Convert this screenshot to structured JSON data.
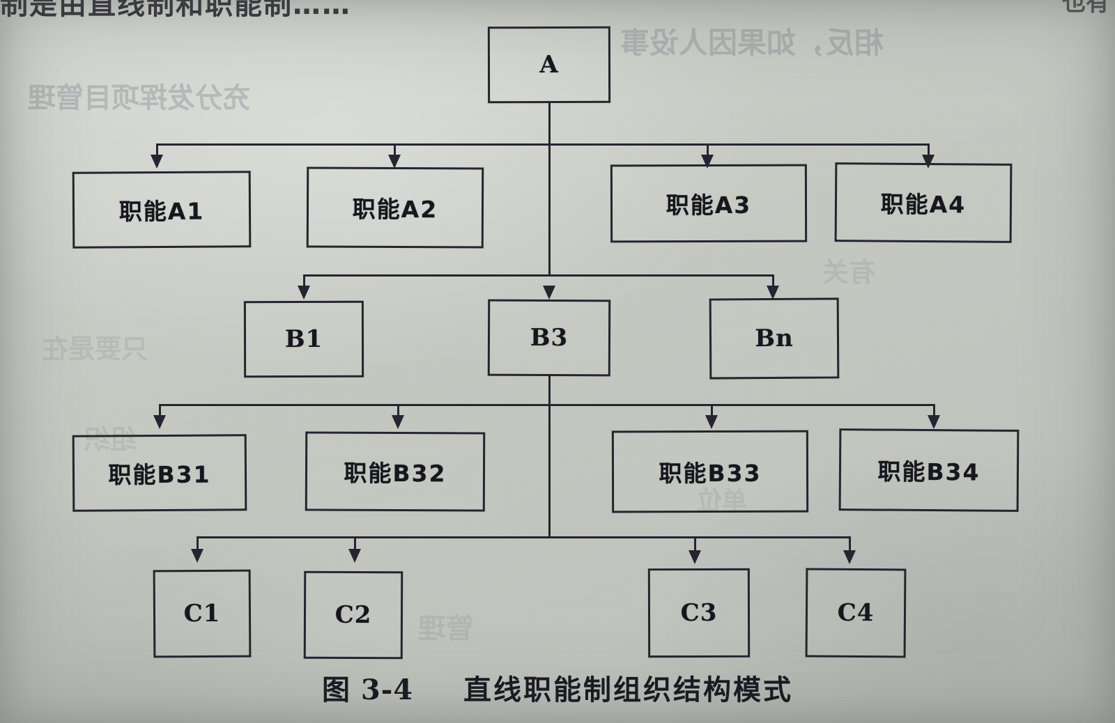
{
  "figure": {
    "number": "图 3-4",
    "title": "直线职能制组织结构模式",
    "caption": "图 3-4　直线职能制组织结构模式"
  },
  "page_bleed": {
    "top_line_text": "制是由直线制和职能制……",
    "top_line_right": "也有",
    "ghost_lines": [
      "相反，如果因人设事",
      "充分发挥项目管理",
      "只要是在",
      "有关",
      "管理",
      "组织",
      "单位"
    ]
  },
  "colors": {
    "paper": "#c6c9c3",
    "ink": "#262430",
    "text": "#17161d",
    "ghost": "#6d7280"
  },
  "nodes": {
    "root": {
      "id": "A",
      "label": "A",
      "level": 0
    },
    "level1": [
      {
        "id": "A1",
        "label": "职能A1"
      },
      {
        "id": "A2",
        "label": "职能A2"
      },
      {
        "id": "A3",
        "label": "职能A3"
      },
      {
        "id": "A4",
        "label": "职能A4"
      }
    ],
    "level2": [
      {
        "id": "B1",
        "label": "B1"
      },
      {
        "id": "B3",
        "label": "B3"
      },
      {
        "id": "Bn",
        "label": "Bn"
      }
    ],
    "level3": [
      {
        "id": "B31",
        "label": "职能B31"
      },
      {
        "id": "B32",
        "label": "职能B32"
      },
      {
        "id": "B33",
        "label": "职能B33"
      },
      {
        "id": "B34",
        "label": "职能B34"
      }
    ],
    "level4": [
      {
        "id": "C1",
        "label": "C1"
      },
      {
        "id": "C2",
        "label": "C2"
      },
      {
        "id": "C3",
        "label": "C3"
      },
      {
        "id": "C4",
        "label": "C4"
      }
    ]
  },
  "chart_data": {
    "type": "diagram",
    "diagram_kind": "organizational-hierarchy-tree",
    "title": "直线职能制组织结构模式",
    "levels": [
      {
        "level": 0,
        "kind": "line-authority",
        "labels": [
          "A"
        ]
      },
      {
        "level": 1,
        "kind": "functional-staff",
        "labels": [
          "职能A1",
          "职能A2",
          "职能A3",
          "职能A4"
        ]
      },
      {
        "level": 2,
        "kind": "line-authority",
        "labels": [
          "B1",
          "B3",
          "Bn"
        ]
      },
      {
        "level": 3,
        "kind": "functional-staff",
        "labels": [
          "职能B31",
          "职能B32",
          "职能B33",
          "职能B34"
        ]
      },
      {
        "level": 4,
        "kind": "line-authority",
        "labels": [
          "C1",
          "C2",
          "C3",
          "C4"
        ]
      }
    ],
    "edges": [
      {
        "from": "A",
        "to": "职能A1"
      },
      {
        "from": "A",
        "to": "职能A2"
      },
      {
        "from": "A",
        "to": "职能A3"
      },
      {
        "from": "A",
        "to": "职能A4"
      },
      {
        "from": "A",
        "to": "B1"
      },
      {
        "from": "A",
        "to": "B3"
      },
      {
        "from": "A",
        "to": "Bn"
      },
      {
        "from": "B3",
        "to": "职能B31"
      },
      {
        "from": "B3",
        "to": "职能B32"
      },
      {
        "from": "B3",
        "to": "职能B33"
      },
      {
        "from": "B3",
        "to": "职能B34"
      },
      {
        "from": "B3",
        "to": "C1"
      },
      {
        "from": "B3",
        "to": "C2"
      },
      {
        "from": "B3",
        "to": "C3"
      },
      {
        "from": "B3",
        "to": "C4"
      }
    ],
    "edge_style": "orthogonal-with-arrowheads",
    "notes": "Vertical spine descends from A through B3 down to the C level; each level fans out through a horizontal bus into downward arrows."
  }
}
